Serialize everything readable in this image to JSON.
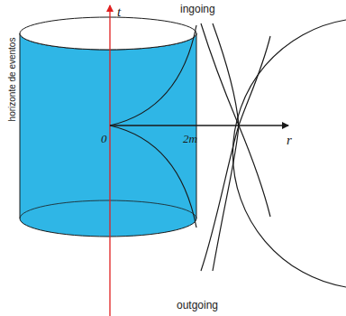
{
  "diagram": {
    "labels": [
      "t",
      "ingoing",
      "horizonte de eventos",
      "0",
      "2m",
      "r",
      "outgoing"
    ]
  }
}
